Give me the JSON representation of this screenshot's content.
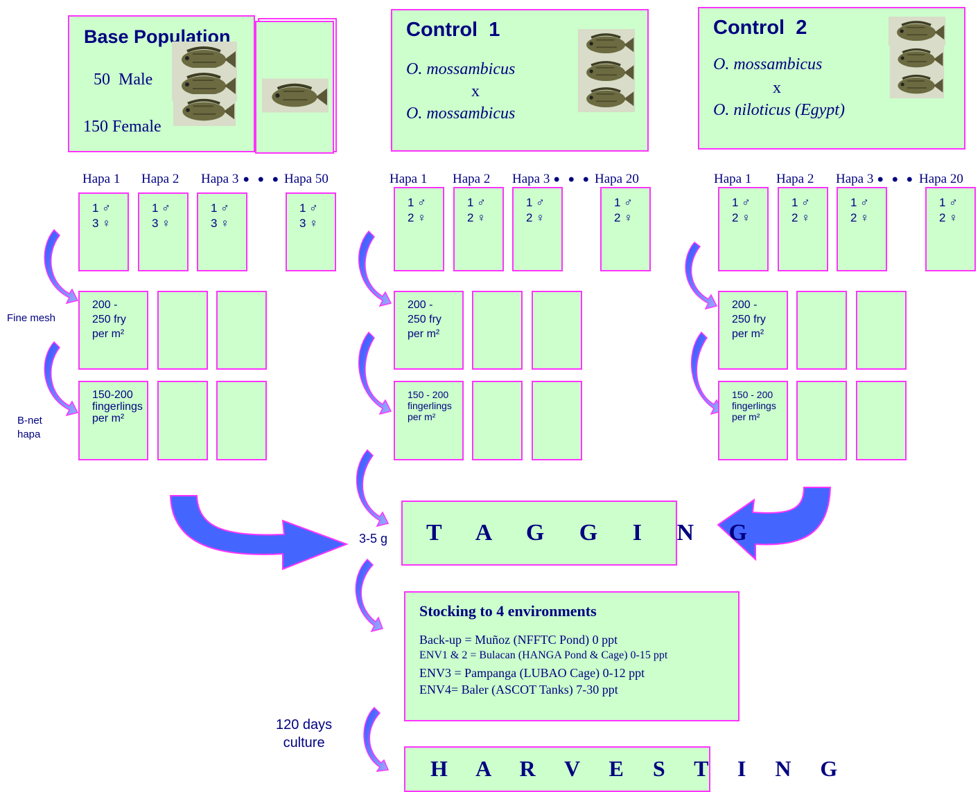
{
  "base_population": {
    "title": "Base Population",
    "male": "50  Male",
    "female": "150 Female"
  },
  "control1": {
    "title": "Control  1",
    "parent1": "O. mossambicus",
    "cross": "x",
    "parent2": "O. mossambicus"
  },
  "control2": {
    "title": "Control  2",
    "parent1": "O. mossambicus",
    "cross": "x",
    "parent2": "O. niloticus (Egypt)"
  },
  "hapas": {
    "base": [
      "Hapa 1",
      "Hapa 2",
      "Hapa 3",
      "Hapa 50"
    ],
    "control1": [
      "Hapa 1",
      "Hapa 2",
      "Hapa 3",
      "Hapa 20"
    ],
    "control2": [
      "Hapa 1",
      "Hapa 2",
      "Hapa 3",
      "Hapa 20"
    ],
    "ellipsis": "• • •",
    "base_mating": "1 ♂\n3 ♀",
    "control_mating": "1 ♂\n2 ♀"
  },
  "stages": {
    "fry": "200 -\n250 fry\nper m²",
    "fingerlings_base": "150-200\nfingerlings\nper m²",
    "fingerlings_control": "150 - 200\nfingerlings\nper m²"
  },
  "side_labels": {
    "fine_mesh": "Fine mesh",
    "bnet": "B-net\nhapa",
    "weight": "3-5 g",
    "culture": "120 days\nculture"
  },
  "tagging": "T A G G I N G",
  "stocking": {
    "title": "Stocking to 4 environments",
    "lines": [
      "Back-up = Muñoz (NFFTC Pond) 0 ppt",
      "ENV1 & 2 = Bulacan (HANGA Pond & Cage)  0-15 ppt",
      "ENV3 = Pampanga (LUBAO Cage) 0-12 ppt",
      "ENV4= Baler (ASCOT Tanks)  7-30 ppt"
    ]
  },
  "harvesting": "H A R V E S T I N G",
  "colors": {
    "box_fill": "#ccffcc",
    "box_border": "#ff33ff",
    "text": "#000080",
    "arrow": "#4466ff"
  },
  "icons": {
    "fish": "tilapia-fish-icon",
    "arrow": "curved-arrow-icon"
  }
}
